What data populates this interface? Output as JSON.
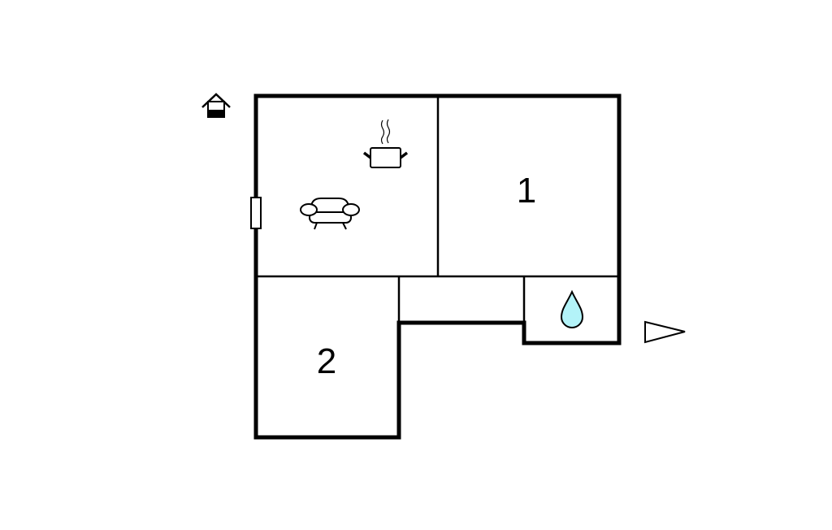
{
  "rooms": [
    {
      "id": "living-kitchen",
      "label": ""
    },
    {
      "id": "bedroom-1",
      "label": "1"
    },
    {
      "id": "bedroom-2",
      "label": "2"
    },
    {
      "id": "hallway",
      "label": ""
    },
    {
      "id": "bathroom",
      "label": ""
    }
  ],
  "icons": [
    "entrance-house-icon",
    "cooking-pot-icon",
    "sofa-icon",
    "water-drop-icon",
    "entrance-arrow-icon",
    "window-icon"
  ],
  "colors": {
    "wall": "#000000",
    "water": "#b3f3f8",
    "background": "#ffffff"
  }
}
